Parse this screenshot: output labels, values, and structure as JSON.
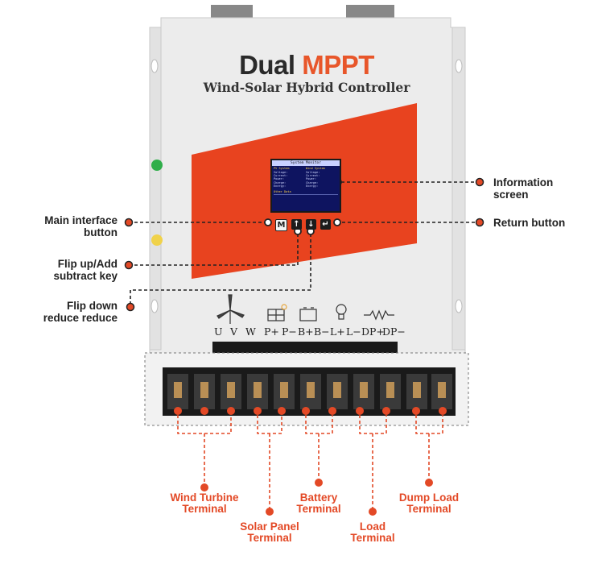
{
  "product": {
    "brand_part1": "Dual",
    "brand_part2": "MPPT",
    "subtitle": "Wind-Solar Hybrid Controller"
  },
  "screen": {
    "header": "System Monitor",
    "pv_title": "PV System",
    "wind_title": "Wind System",
    "row_labels": [
      "Voltage:",
      "Current:",
      "Power:",
      "Charge:",
      "Energy:"
    ],
    "other_title": "Other Data"
  },
  "keys": {
    "main": "M",
    "up": "↑",
    "down": "↓",
    "return": "↵"
  },
  "callouts": {
    "info_screen": [
      "Information",
      "screen"
    ],
    "return_button": "Return button",
    "main_interface": [
      "Main interface",
      "button"
    ],
    "flip_up": [
      "Flip up/Add",
      "subtract key"
    ],
    "flip_down": [
      "Flip down",
      "reduce reduce"
    ]
  },
  "terminal_letters": [
    "U",
    "V",
    "W",
    "P+",
    "P−",
    "B+",
    "B−",
    "L+",
    "L−",
    "DP+",
    "DP−"
  ],
  "terminal_groups": {
    "wind": [
      "Wind Turbine",
      "Terminal"
    ],
    "solar": [
      "Solar Panel",
      "Terminal"
    ],
    "battery": [
      "Battery",
      "Terminal"
    ],
    "load": [
      "Load",
      "Terminal"
    ],
    "dump": [
      "Dump Load",
      "Terminal"
    ]
  },
  "colors": {
    "accent": "#e34926",
    "orange_panel": "#e8431f",
    "case": "#ececec",
    "terminal_block": "#1a1a1a"
  }
}
